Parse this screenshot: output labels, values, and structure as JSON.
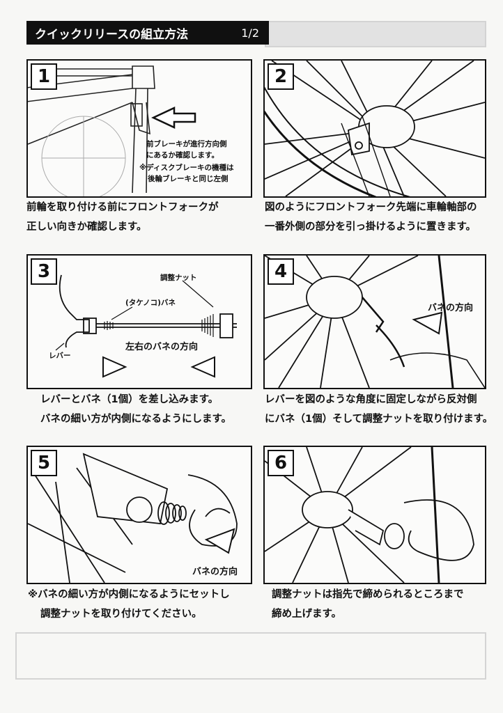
{
  "header": {
    "title": "クイックリリースの組立方法",
    "page": "1/2"
  },
  "steps": [
    {
      "number": "1",
      "caption_lines": [
        "前輪を取り付ける前にフロントフォークが",
        "正しい向きか確認します。"
      ],
      "notes": [
        "前ブレーキが進行方向側",
        "にあるか確認します。",
        "※ディスクブレーキの機種は",
        "後輪ブレーキと同じ左側"
      ]
    },
    {
      "number": "2",
      "caption_lines": [
        "図のようにフロントフォーク先端に車輪軸部の",
        "一番外側の部分を引っ掛けるように置きます。"
      ]
    },
    {
      "number": "3",
      "caption_lines": [
        "レバーとバネ（1個）を差し込みます。",
        "バネの細い方が内側になるようにします。"
      ],
      "labels": {
        "nut": "調整ナット",
        "spring": "(タケノコ)バネ",
        "lever": "レバー",
        "direction": "左右のバネの方向"
      }
    },
    {
      "number": "4",
      "caption_lines": [
        "レバーを図のような角度に固定しながら反対側",
        "にバネ（1個）そして調整ナットを取り付けます。"
      ],
      "labels": {
        "direction": "バネの方向"
      }
    },
    {
      "number": "5",
      "caption_lines": [
        "※バネの細い方が内側になるようにセットし",
        "調整ナットを取り付けてください。"
      ],
      "labels": {
        "direction": "バネの方向"
      }
    },
    {
      "number": "6",
      "caption_lines": [
        "調整ナットは指先で締められるところまで",
        "締め上げます。"
      ]
    }
  ],
  "icons": {
    "arrow": "arrow-left-icon",
    "triangle": "triangle-icon"
  }
}
